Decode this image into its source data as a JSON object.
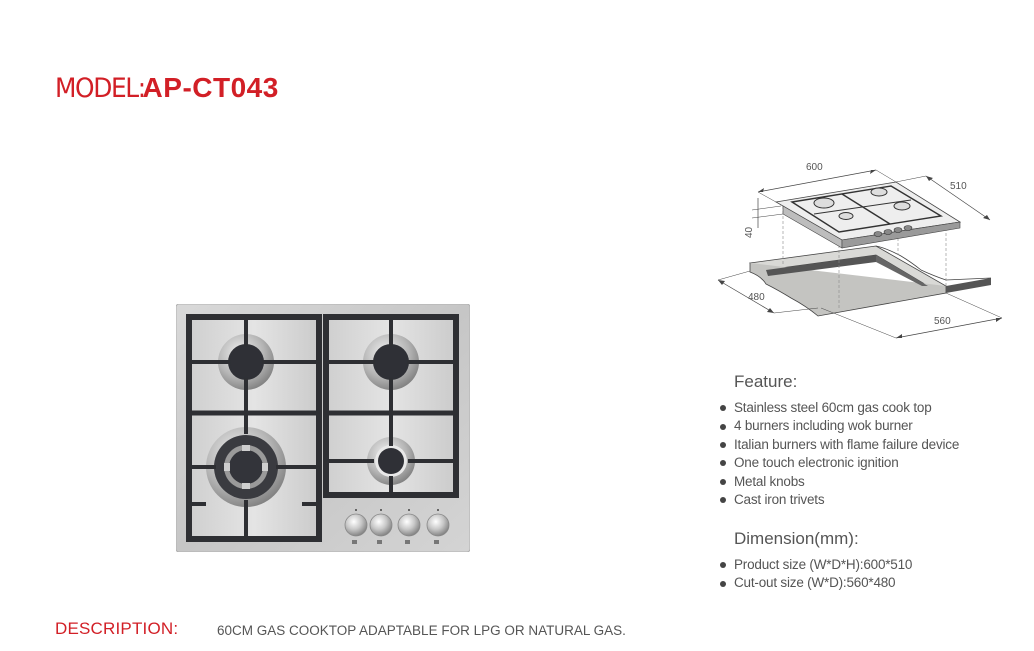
{
  "header": {
    "model_label": "MODEL:",
    "model_code": "AP-CT043"
  },
  "product_image": {
    "alt": "Stainless steel 4-burner gas cooktop with cast iron trivets and four metal knobs",
    "burners": [
      "rear-left",
      "rear-right",
      "front-left-wok",
      "front-right-small"
    ],
    "knob_count": 4
  },
  "dimension_diagram": {
    "width_label": "600",
    "depth_label": "510",
    "height_label": "40",
    "cutout_depth_label": "480",
    "cutout_width_label": "560"
  },
  "features": {
    "heading": "Feature:",
    "items": [
      "Stainless steel 60cm gas cook top",
      "4 burners including wok burner",
      "Italian burners with flame failure device",
      "One touch electronic ignition",
      "Metal knobs",
      "Cast iron trivets"
    ]
  },
  "dimensions": {
    "heading": "Dimension(mm):",
    "items": [
      "Product size (W*D*H):600*510",
      "Cut-out size (W*D):560*480"
    ]
  },
  "description": {
    "label": "DESCRIPTION:",
    "text": "60CM GAS COOKTOP ADAPTABLE FOR LPG OR NATURAL GAS."
  },
  "colors": {
    "accent": "#d21f26",
    "text": "#555555",
    "steel": "#c9c9c9",
    "cast_iron": "#2e2f33"
  }
}
